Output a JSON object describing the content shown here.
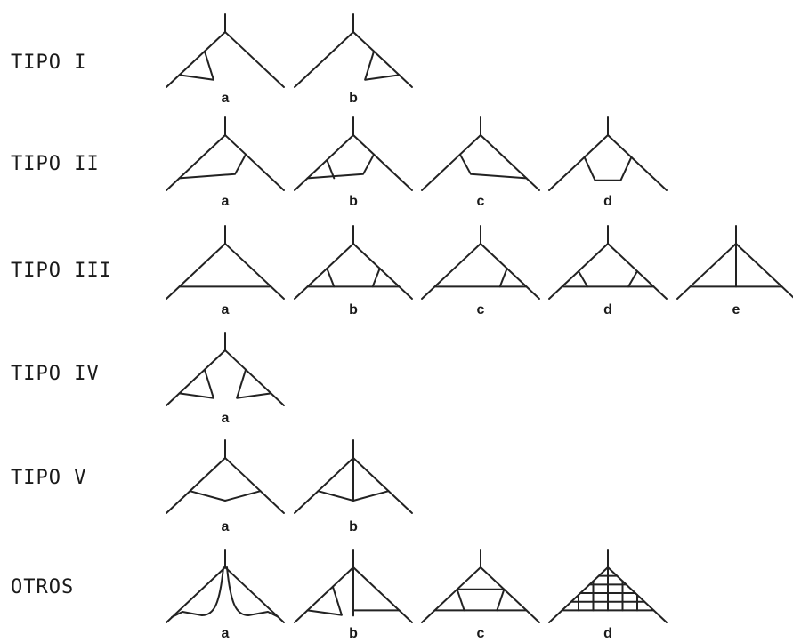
{
  "rows": [
    {
      "label": "TIPO I",
      "trusses": [
        {
          "letter": "a",
          "variant": "I-a"
        },
        {
          "letter": "b",
          "variant": "I-b"
        }
      ]
    },
    {
      "label": "TIPO II",
      "trusses": [
        {
          "letter": "a",
          "variant": "II-a"
        },
        {
          "letter": "b",
          "variant": "II-b"
        },
        {
          "letter": "c",
          "variant": "II-c"
        },
        {
          "letter": "d",
          "variant": "II-d"
        }
      ]
    },
    {
      "label": "TIPO III",
      "trusses": [
        {
          "letter": "a",
          "variant": "III-a"
        },
        {
          "letter": "b",
          "variant": "III-b"
        },
        {
          "letter": "c",
          "variant": "III-c"
        },
        {
          "letter": "d",
          "variant": "III-d"
        },
        {
          "letter": "e",
          "variant": "III-e"
        }
      ]
    },
    {
      "label": "TIPO IV",
      "trusses": [
        {
          "letter": "a",
          "variant": "IV-a"
        }
      ]
    },
    {
      "label": "TIPO V",
      "trusses": [
        {
          "letter": "a",
          "variant": "V-a"
        },
        {
          "letter": "b",
          "variant": "V-b"
        }
      ]
    },
    {
      "label": "OTROS",
      "trusses": [
        {
          "letter": "a",
          "variant": "O-a"
        },
        {
          "letter": "b",
          "variant": "O-b"
        },
        {
          "letter": "c",
          "variant": "O-c"
        },
        {
          "letter": "d",
          "variant": "O-d"
        }
      ]
    }
  ]
}
